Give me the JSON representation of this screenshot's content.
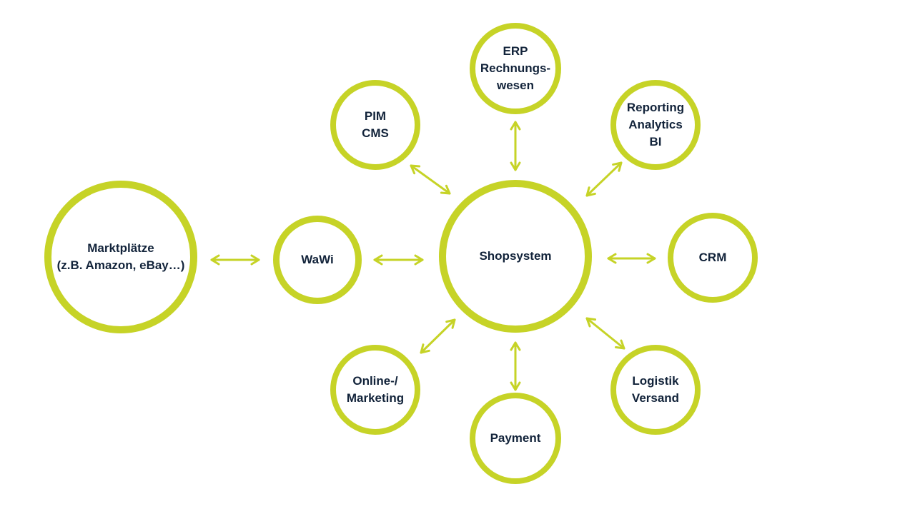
{
  "colors": {
    "accent": "#C6D327",
    "text": "#12233A",
    "background": "#FFFFFF"
  },
  "nodes": {
    "shopsystem": {
      "label": "Shopsystem"
    },
    "marktplaetze": {
      "label": "Marktplätze\n(z.B. Amazon, eBay…)"
    },
    "wawi": {
      "label": "WaWi"
    },
    "pim": {
      "label": "PIM\nCMS"
    },
    "erp": {
      "label": "ERP\nRechnungs-\nwesen"
    },
    "reporting": {
      "label": "Reporting\nAnalytics\nBI"
    },
    "crm": {
      "label": "CRM"
    },
    "logistik": {
      "label": "Logistik\nVersand"
    },
    "payment": {
      "label": "Payment"
    },
    "marketing": {
      "label": "Online-/\nMarketing"
    }
  },
  "connections": [
    {
      "from": "marktplaetze",
      "to": "wawi",
      "direction": "both"
    },
    {
      "from": "wawi",
      "to": "shopsystem",
      "direction": "both"
    },
    {
      "from": "pim",
      "to": "shopsystem",
      "direction": "both"
    },
    {
      "from": "erp",
      "to": "shopsystem",
      "direction": "both"
    },
    {
      "from": "reporting",
      "to": "shopsystem",
      "direction": "both"
    },
    {
      "from": "crm",
      "to": "shopsystem",
      "direction": "both"
    },
    {
      "from": "logistik",
      "to": "shopsystem",
      "direction": "both"
    },
    {
      "from": "payment",
      "to": "shopsystem",
      "direction": "both"
    },
    {
      "from": "marketing",
      "to": "shopsystem",
      "direction": "both"
    }
  ]
}
